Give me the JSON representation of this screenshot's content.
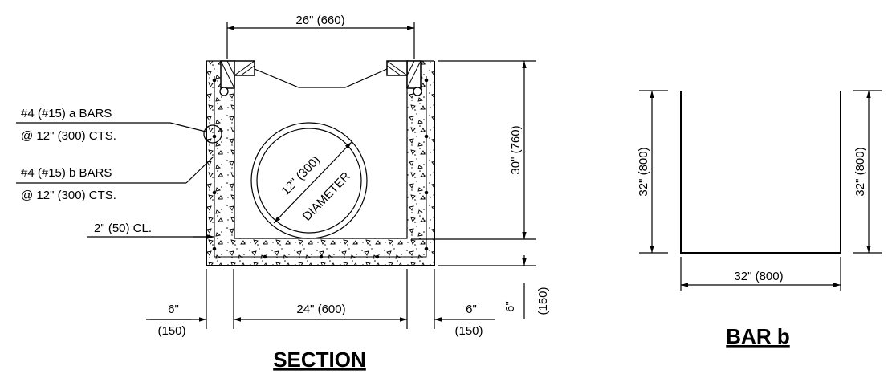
{
  "section": {
    "title": "SECTION",
    "dim_top_width": "26\" (660)",
    "dim_height": "30\" (760)",
    "dim_inner_width": "24\" (600)",
    "dim_wall_left_in": "6\"",
    "dim_wall_left_mm": "(150)",
    "dim_wall_right_in": "6\"",
    "dim_wall_right_mm": "(150)",
    "dim_base_in": "6\"",
    "dim_base_mm": "(150)",
    "pipe_size": "12\" (300)",
    "pipe_label": "DIAMETER",
    "note_a_line1": "#4 (#15) a BARS",
    "note_a_line2": "@ 12\" (300) CTS.",
    "note_b_line1": "#4 (#15) b BARS",
    "note_b_line2": "@ 12\" (300) CTS.",
    "note_cover": "2\" (50) CL."
  },
  "bar_b": {
    "title": "BAR b",
    "dim_left": "32\" (800)",
    "dim_right": "32\" (800)",
    "dim_bottom": "32\" (800)"
  }
}
